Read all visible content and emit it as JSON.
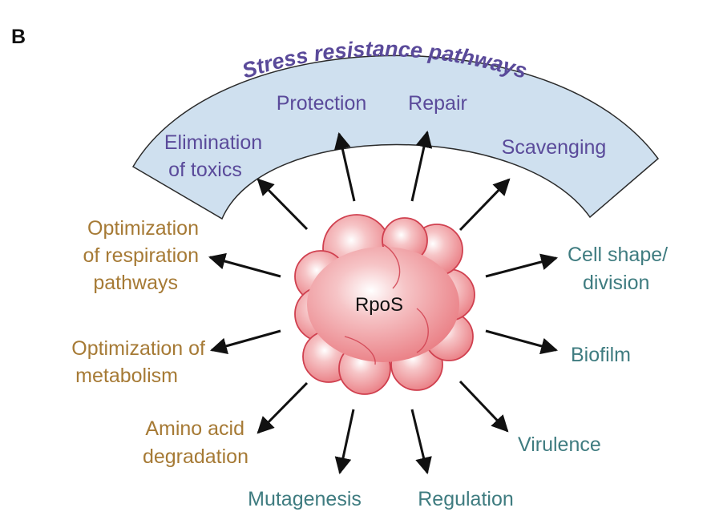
{
  "panel_letter": "B",
  "center_label": "RpoS",
  "arc_title": "Stress resistance pathways",
  "colors": {
    "band_fill": "#cfe0ef",
    "band_stroke": "#2b2b2b",
    "purple": "#5a4a9a",
    "brown": "#a67a35",
    "teal": "#3f7c80",
    "blob_fill": "#ee8f93",
    "blob_stroke": "#d0404f"
  },
  "stress_items": {
    "elimination_line1": "Elimination",
    "elimination_line2": "of toxics",
    "protection": "Protection",
    "repair": "Repair",
    "scavenging": "Scavenging"
  },
  "left_items": {
    "respiration_line1": "Optimization",
    "respiration_line2": "of respiration",
    "respiration_line3": "pathways",
    "metabolism_line1": "Optimization of",
    "metabolism_line2": "metabolism",
    "amino_line1": "Amino acid",
    "amino_line2": "degradation"
  },
  "bottom_items": {
    "mutagenesis": "Mutagenesis",
    "regulation": "Regulation"
  },
  "right_items": {
    "cellshape_line1": "Cell shape/",
    "cellshape_line2": "division",
    "biofilm": "Biofilm",
    "virulence": "Virulence"
  }
}
